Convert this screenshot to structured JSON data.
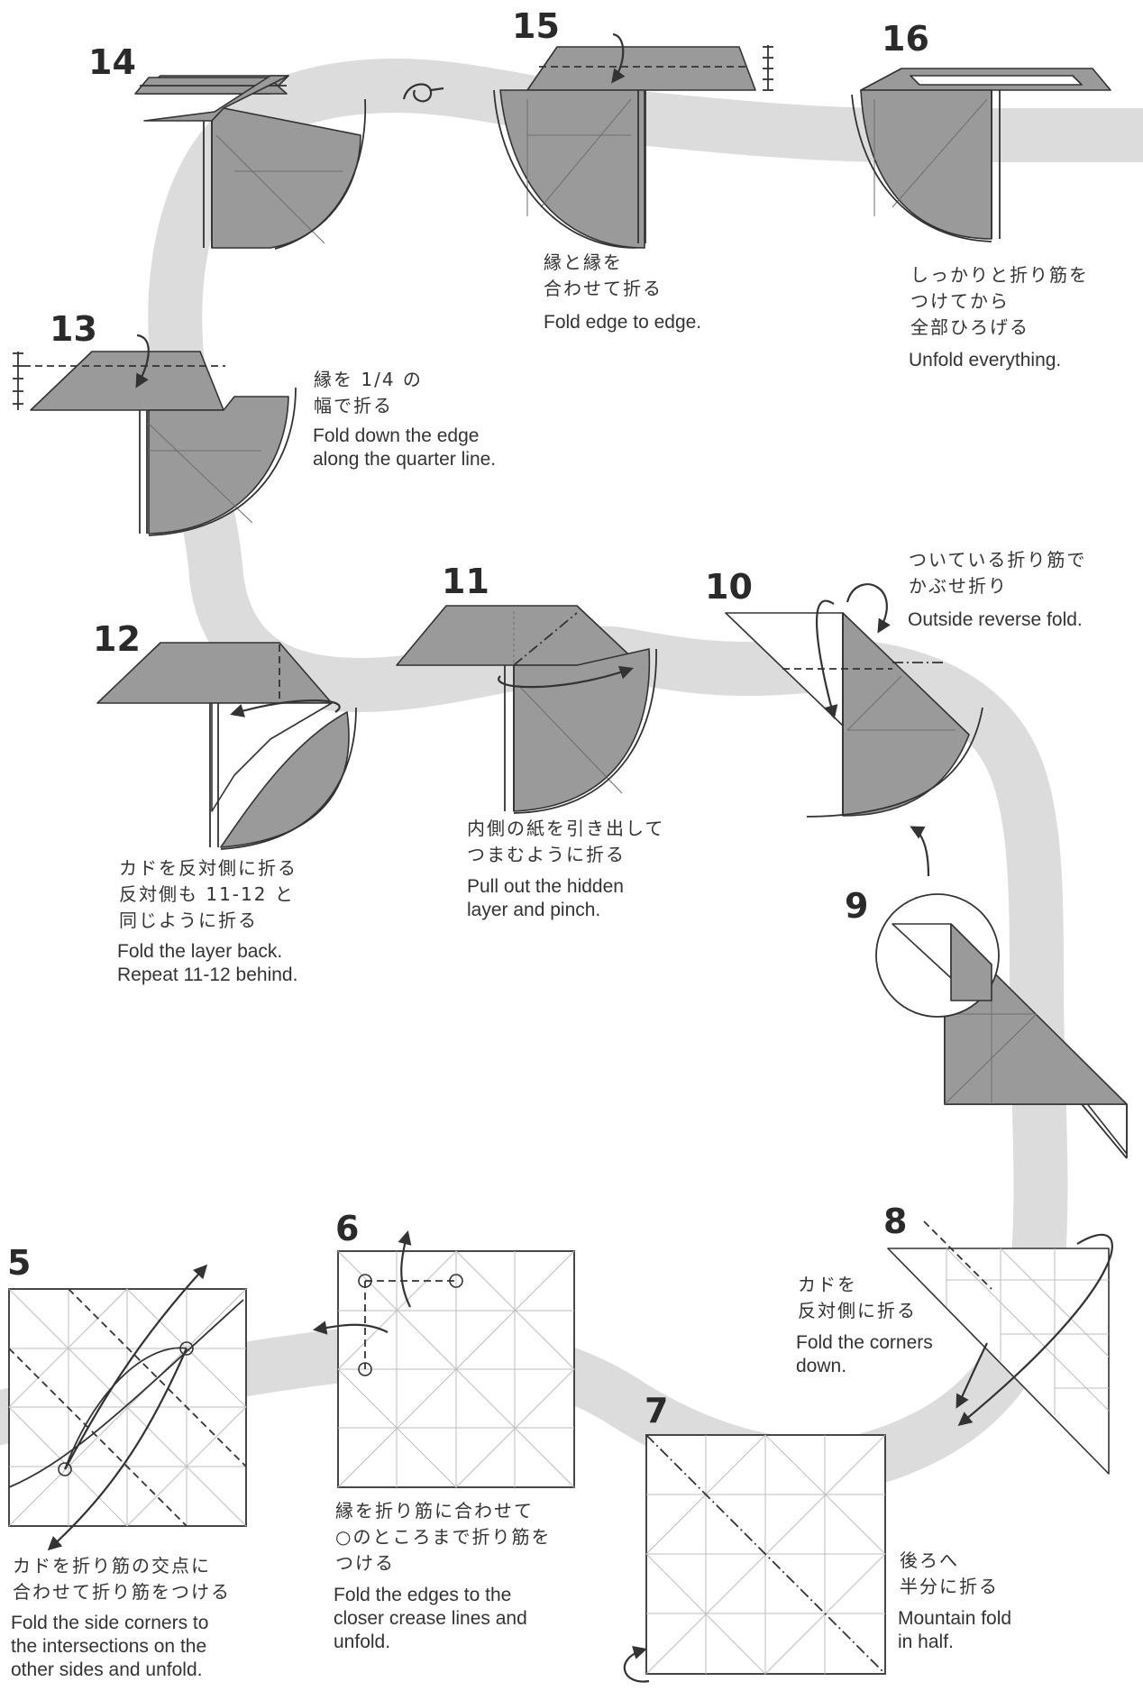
{
  "steps": {
    "s5": {
      "num": "5",
      "jp": [
        "カドを折り筋の交点に",
        "合わせて折り筋をつける"
      ],
      "en": [
        "Fold the side corners to",
        "the intersections on the",
        "other sides and unfold."
      ]
    },
    "s6": {
      "num": "6",
      "jp": [
        "縁を折り筋に合わせて",
        "○のところまで折り筋を",
        "つける"
      ],
      "en": [
        "Fold the edges to the",
        "closer crease lines and",
        "unfold."
      ]
    },
    "s7": {
      "num": "7",
      "jp": [
        "後ろへ",
        "半分に折る"
      ],
      "en": [
        "Mountain fold",
        "in half."
      ]
    },
    "s8": {
      "num": "8",
      "jp": [
        "カドを",
        "反対側に折る"
      ],
      "en": [
        "Fold the corners",
        "down."
      ]
    },
    "s9": {
      "num": "9"
    },
    "s10": {
      "num": "10",
      "jp": [
        "ついている折り筋で",
        "かぶせ折り"
      ],
      "en": [
        "Outside reverse fold."
      ]
    },
    "s11": {
      "num": "11",
      "jp": [
        "内側の紙を引き出して",
        "つまむように折る"
      ],
      "en": [
        "Pull out the hidden",
        "layer and pinch."
      ]
    },
    "s12": {
      "num": "12",
      "jp": [
        "カドを反対側に折る",
        "反対側も 11-12 と",
        "同じように折る"
      ],
      "en": [
        "Fold the layer back.",
        "Repeat 11-12 behind."
      ]
    },
    "s13": {
      "num": "13",
      "jp": [
        "縁を 1/4 の",
        "幅で折る"
      ],
      "en": [
        "Fold down the edge",
        "along the quarter line."
      ]
    },
    "s14": {
      "num": "14"
    },
    "s15": {
      "num": "15",
      "jp": [
        "縁と縁を",
        "合わせて折る"
      ],
      "en": [
        "Fold edge to edge."
      ]
    },
    "s16": {
      "num": "16",
      "jp": [
        "しっかりと折り筋を",
        "つけてから",
        "全部ひろげる"
      ],
      "en": [
        "Unfold everything."
      ]
    }
  },
  "colors": {
    "paper": "#9a9a9a",
    "band": "#dcdcdc",
    "ink": "#333333"
  }
}
